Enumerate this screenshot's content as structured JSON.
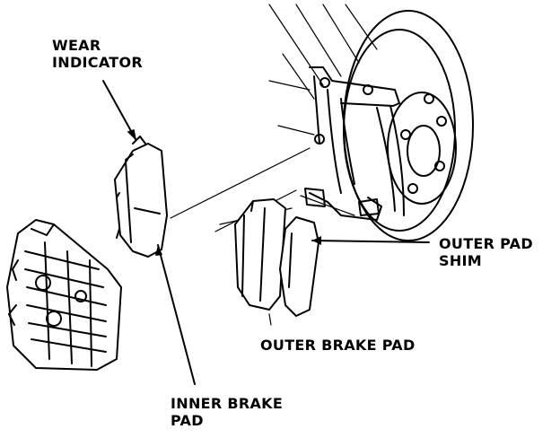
{
  "labels": {
    "wear_indicator_l1": "WEAR",
    "wear_indicator_l2": "INDICATOR",
    "outer_pad_shim_l1": "OUTER PAD",
    "outer_pad_shim_l2": "SHIM",
    "outer_brake_pad": "OUTER BRAKE PAD",
    "inner_brake_pad_l1": "INNER BRAKE",
    "inner_brake_pad_l2": "PAD"
  }
}
